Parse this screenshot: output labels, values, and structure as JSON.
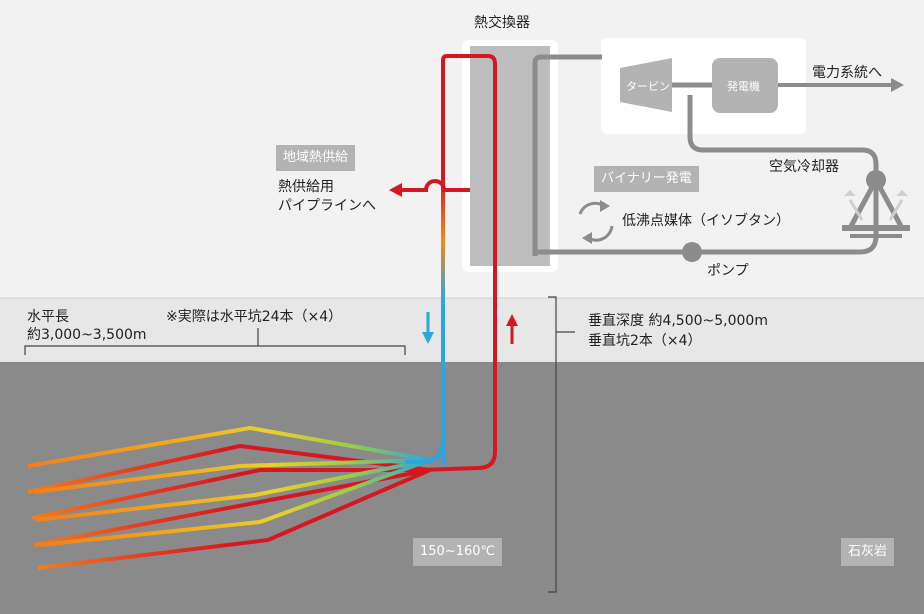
{
  "labels": {
    "heat_exchanger": "熱交換器",
    "district_heating": "地域熱供給",
    "pipeline_line1": "熱供給用",
    "pipeline_line2": "パイプラインへ",
    "turbine": "タービン",
    "generator": "発電機",
    "to_grid": "電力系統へ",
    "air_cooler": "空気冷却器",
    "binary": "バイナリー発電",
    "medium": "低沸点媒体（イソブタン）",
    "pump": "ポンプ",
    "horizontal_length_line1": "水平長",
    "horizontal_length_line2": "約3,000~3,500m",
    "actual_note": "※実際は水平坑24本（×4）",
    "vertical_depth_line1": "垂直深度 約4,500~5,000m",
    "vertical_depth_line2": "垂直坑2本（×4）",
    "temperature": "150~160℃",
    "limestone": "石灰岩"
  },
  "colors": {
    "hot": "#d7171f",
    "cold": "#2aa7df",
    "pipe_gray": "#8c8c8c",
    "box_gray": "#b3b3b3",
    "ground": "#8a8a8a",
    "surface_band": "#e7e7e7",
    "sky": "#f2f2f2"
  }
}
